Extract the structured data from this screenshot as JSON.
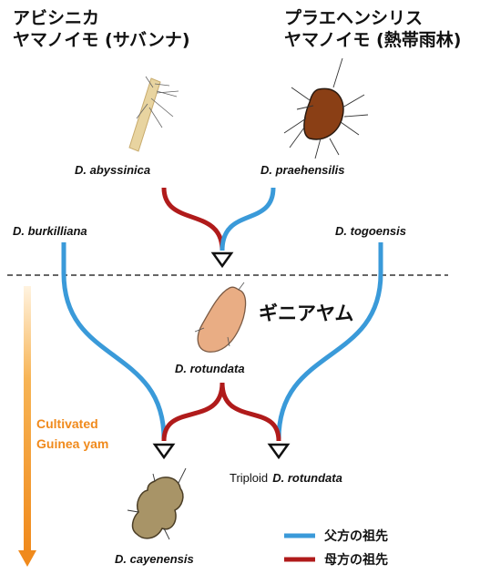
{
  "titles": {
    "left_line1": "アビシニカ",
    "left_line2": "ヤマノイモ (サバンナ)",
    "right_line1": "プラエヘンシリス",
    "right_line2": "ヤマノイモ (熱帯雨林)"
  },
  "species": {
    "abyssinica": "D.  abyssinica",
    "praehensilis": "D. praehensilis",
    "burkilliana": "D. burkilliana",
    "togoensis": "D. togoensis",
    "rotundata": "D. rotundata",
    "cayenensis": "D. cayenensis"
  },
  "triploid": {
    "prefix": "Triploid",
    "name": "D. rotundata"
  },
  "guinea_yam_label": "ギニアヤム",
  "cultivated_label": {
    "line1": "Cultivated",
    "line2": "Guinea yam"
  },
  "legend": {
    "paternal": "父方の祖先",
    "maternal": "母方の祖先"
  },
  "colors": {
    "paternal": "#3a9ad9",
    "maternal": "#b01b1b",
    "cultivated_arrow": "#f39c25"
  }
}
